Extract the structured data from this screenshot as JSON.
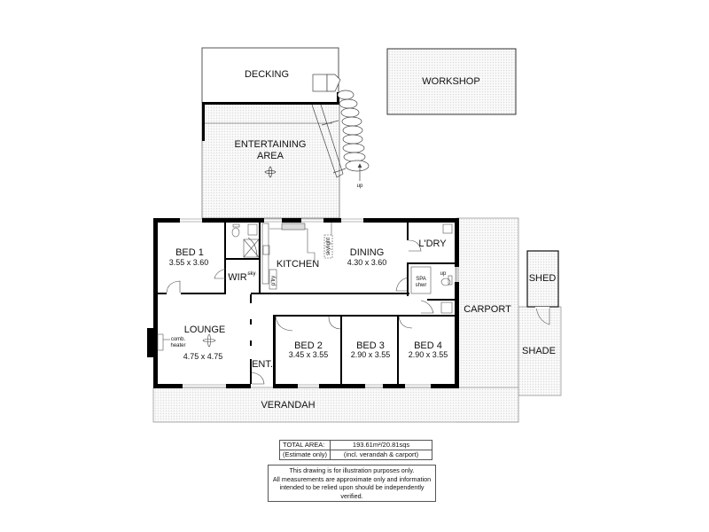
{
  "rooms": {
    "decking": {
      "name": "DECKING"
    },
    "workshop": {
      "name": "WORKSHOP"
    },
    "entertaining": {
      "name_line1": "ENTERTAINING",
      "name_line2": "AREA"
    },
    "stairs": {
      "label": "up"
    },
    "bed1": {
      "name": "BED 1",
      "dims": "3.55 x 3.60"
    },
    "wir": {
      "name": "WIR",
      "note": "sky"
    },
    "kitchen": {
      "name": "KITCHEN",
      "skylight": "skylight",
      "pantry": "p'try"
    },
    "dining": {
      "name": "DINING",
      "dims": "4.30 x 3.60"
    },
    "laundry": {
      "name": "L'DRY"
    },
    "bath": {
      "shower_line1": "SPA",
      "shower_line2": "shwr",
      "step": "up"
    },
    "lounge": {
      "name": "LOUNGE",
      "dims": "4.75 x 4.75",
      "heater_line1": "comb.",
      "heater_line2": "heater"
    },
    "entry": {
      "name": "ENT."
    },
    "bed2": {
      "name": "BED 2",
      "dims": "3.45 x 3.55"
    },
    "bed3": {
      "name": "BED 3",
      "dims": "2.90 x 3.55"
    },
    "bed4": {
      "name": "BED 4",
      "dims": "2.90 x 3.55"
    },
    "carport": {
      "name": "CARPORT"
    },
    "shed": {
      "name": "SHED"
    },
    "shade": {
      "name": "SHADE"
    },
    "verandah": {
      "name": "VERANDAH"
    }
  },
  "area": {
    "label": "TOTAL AREA:",
    "value": "193.61m²/20.81sqs",
    "note_label": "(Estimate only)",
    "note_value": "(incl. verandah & carport)"
  },
  "disclaimer": {
    "line1": "This drawing is for illustration purposes only.",
    "line2": "All measurements are approximate only and information",
    "line3": "intended to be relied upon should be independently verified."
  },
  "colors": {
    "wall": "#000000",
    "outline": "#444444",
    "hatch": "#e6e6e6"
  }
}
